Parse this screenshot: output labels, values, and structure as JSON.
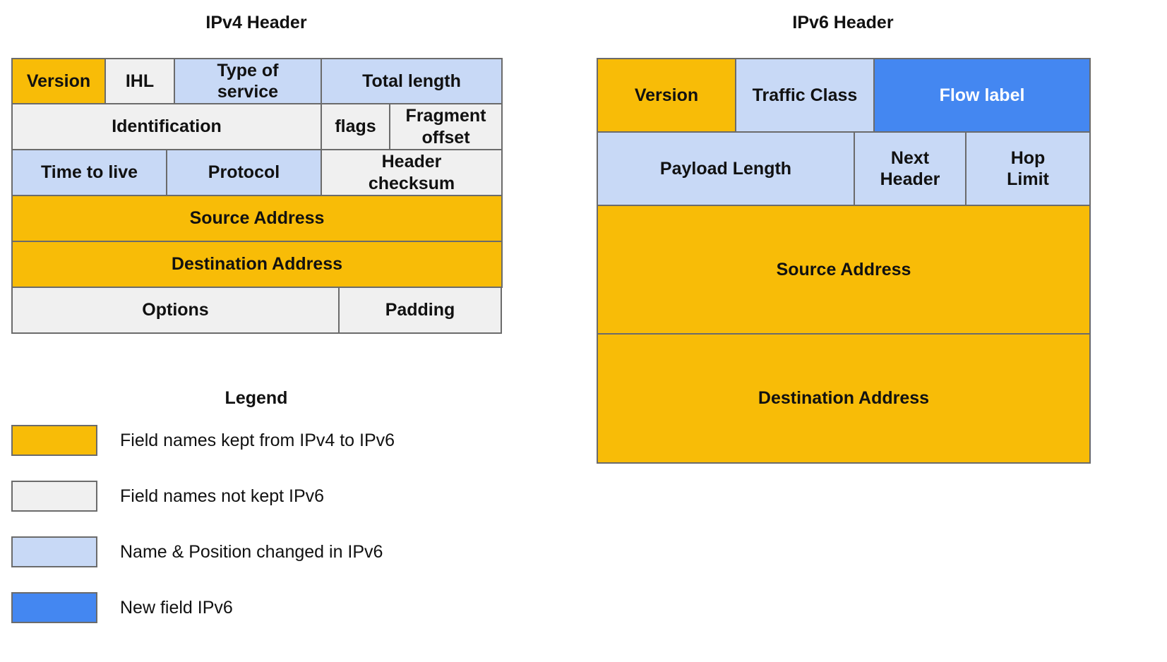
{
  "colors": {
    "kept": "#f8bc07",
    "not_kept": "#f0f0f0",
    "changed": "#c8d9f6",
    "new": "#4487f1"
  },
  "ipv4": {
    "title": "IPv4 Header",
    "fields": {
      "version": "Version",
      "ihl": "IHL",
      "tos": "Type of\nservice",
      "total_length": "Total length",
      "identification": "Identification",
      "flags": "flags",
      "fragment_offset": "Fragment\noffset",
      "ttl": "Time to live",
      "protocol": "Protocol",
      "header_checksum": "Header\nchecksum",
      "source_address": "Source Address",
      "destination_address": "Destination Address",
      "options": "Options",
      "padding": "Padding"
    }
  },
  "ipv6": {
    "title": "IPv6 Header",
    "fields": {
      "version": "Version",
      "traffic_class": "Traffic Class",
      "flow_label": "Flow label",
      "payload_length": "Payload Length",
      "next_header": "Next\nHeader",
      "hop_limit": "Hop\nLimit",
      "source_address": "Source Address",
      "destination_address": "Destination Address"
    }
  },
  "legend": {
    "title": "Legend",
    "items": [
      {
        "label": "Field names kept from IPv4 to IPv6",
        "color": "#f8bc07"
      },
      {
        "label": "Field names not kept IPv6",
        "color": "#f0f0f0"
      },
      {
        "label": "Name & Position changed in  IPv6",
        "color": "#c8d9f6"
      },
      {
        "label": "New field IPv6",
        "color": "#4487f1"
      }
    ]
  }
}
